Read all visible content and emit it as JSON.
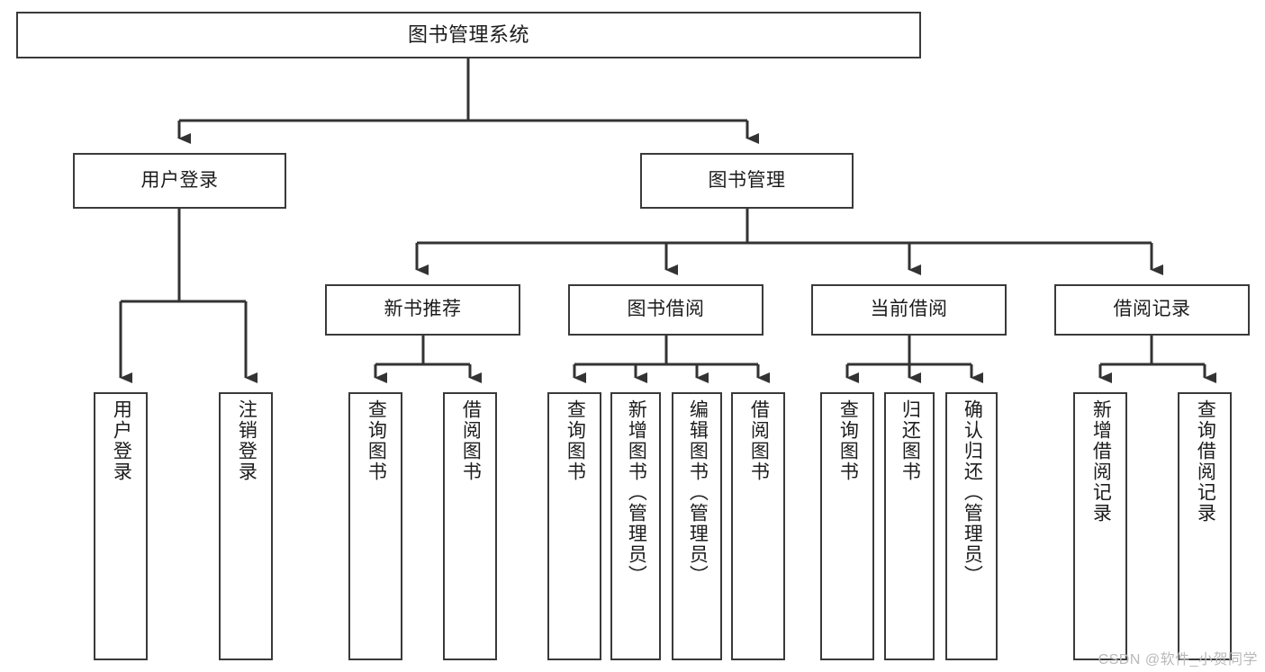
{
  "diagram": {
    "title": "图书管理系统",
    "watermark": "CSDN @软件_小贺同学",
    "colors": {
      "box_border": "#3a3a3a",
      "box_fill": "#ffffff",
      "connector": "#333333",
      "text": "#1c1c1c",
      "watermark": "#b9b9b9"
    },
    "levels": {
      "root": {
        "label": "图书管理系统"
      },
      "level2": [
        {
          "label": "用户登录"
        },
        {
          "label": "图书管理"
        }
      ],
      "level3": [
        {
          "label": "新书推荐"
        },
        {
          "label": "图书借阅"
        },
        {
          "label": "当前借阅"
        },
        {
          "label": "借阅记录"
        }
      ],
      "leaves": [
        {
          "label": "用户登录",
          "parent": "用户登录"
        },
        {
          "label": "注销登录",
          "parent": "用户登录"
        },
        {
          "label": "查询图书",
          "parent": "新书推荐"
        },
        {
          "label": "借阅图书",
          "parent": "新书推荐"
        },
        {
          "label": "查询图书",
          "parent": "图书借阅"
        },
        {
          "label": "新增图书（管理员）",
          "parent": "图书借阅"
        },
        {
          "label": "编辑图书（管理员）",
          "parent": "图书借阅"
        },
        {
          "label": "借阅图书",
          "parent": "图书借阅"
        },
        {
          "label": "查询图书",
          "parent": "当前借阅"
        },
        {
          "label": "归还图书",
          "parent": "当前借阅"
        },
        {
          "label": "确认归还（管理员）",
          "parent": "当前借阅"
        },
        {
          "label": "新增借阅记录",
          "parent": "借阅记录"
        },
        {
          "label": "查询借阅记录",
          "parent": "借阅记录"
        }
      ]
    }
  }
}
